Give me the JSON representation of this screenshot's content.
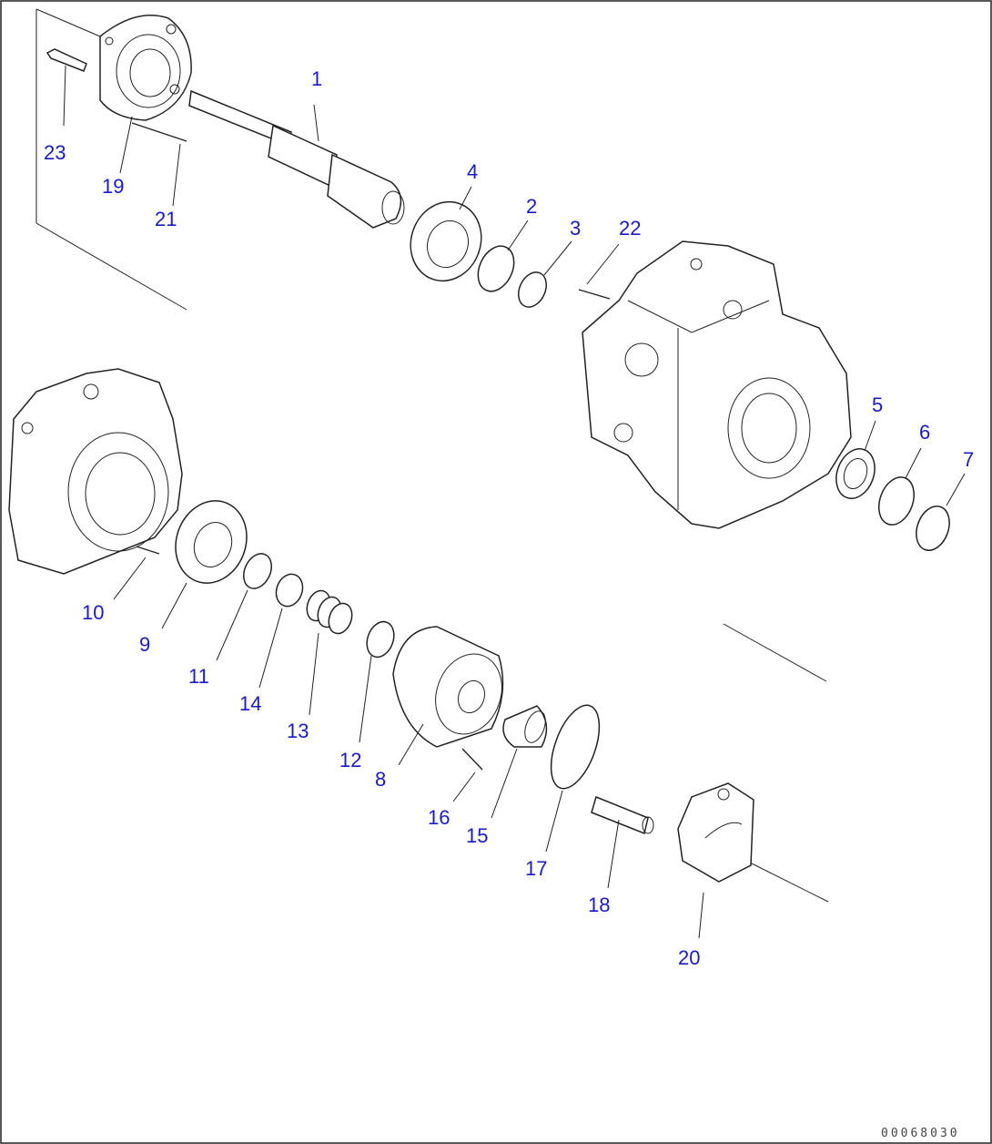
{
  "callouts": [
    {
      "id": "1",
      "label": "1"
    },
    {
      "id": "2",
      "label": "2"
    },
    {
      "id": "3",
      "label": "3"
    },
    {
      "id": "4",
      "label": "4"
    },
    {
      "id": "5",
      "label": "5"
    },
    {
      "id": "6",
      "label": "6"
    },
    {
      "id": "7",
      "label": "7"
    },
    {
      "id": "8",
      "label": "8"
    },
    {
      "id": "9",
      "label": "9"
    },
    {
      "id": "10",
      "label": "10"
    },
    {
      "id": "11",
      "label": "11"
    },
    {
      "id": "12",
      "label": "12"
    },
    {
      "id": "13",
      "label": "13"
    },
    {
      "id": "14",
      "label": "14"
    },
    {
      "id": "15",
      "label": "15"
    },
    {
      "id": "16",
      "label": "16"
    },
    {
      "id": "17",
      "label": "17"
    },
    {
      "id": "18",
      "label": "18"
    },
    {
      "id": "19",
      "label": "19"
    },
    {
      "id": "20",
      "label": "20"
    },
    {
      "id": "21",
      "label": "21"
    },
    {
      "id": "22",
      "label": "22"
    },
    {
      "id": "23",
      "label": "23"
    }
  ],
  "drawing_code": "00068030",
  "colors": {
    "callout": "#1a1ad0",
    "line": "#222222",
    "background": "#ffffff"
  }
}
